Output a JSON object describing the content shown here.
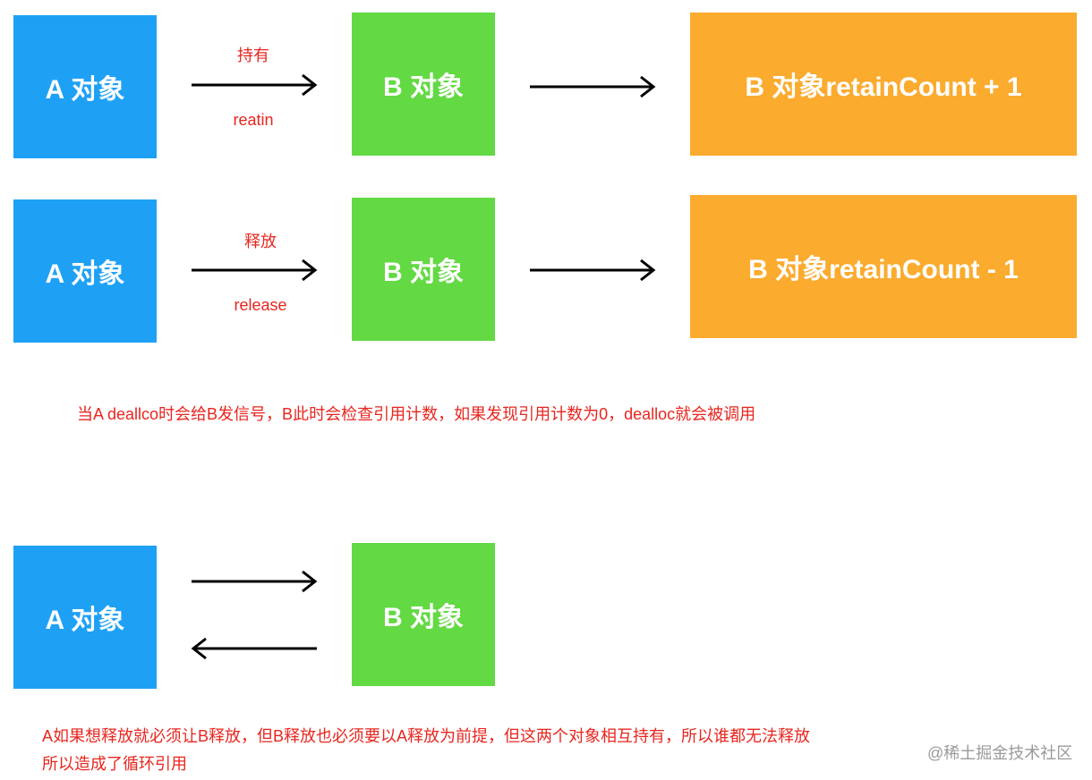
{
  "row1": {
    "a_label": "A 对象",
    "b_label": "B 对象",
    "result_label": "B 对象retainCount + 1",
    "arrow_top_label": "持有",
    "arrow_bottom_label": "reatin"
  },
  "row2": {
    "a_label": "A 对象",
    "b_label": "B 对象",
    "result_label": "B 对象retainCount - 1",
    "arrow_top_label": "释放",
    "arrow_bottom_label": "release"
  },
  "note1": "当A deallco时会给B发信号，B此时会检查引用计数，如果发现引用计数为0，dealloc就会被调用",
  "row3": {
    "a_label": "A 对象",
    "b_label": "B 对象"
  },
  "note2": {
    "line1": "A如果想释放就必须让B释放，但B释放也必须要以A释放为前提，但这两个对象相互持有，所以谁都无法释放",
    "line2": "所以造成了循环引用"
  },
  "watermark": "@稀土掘金技术社区",
  "colors": {
    "a_box": "#1ea1f5",
    "b_box": "#63d943",
    "result_box": "#fbab2e",
    "annotation_text": "#e8261f",
    "arrow": "#000000"
  }
}
